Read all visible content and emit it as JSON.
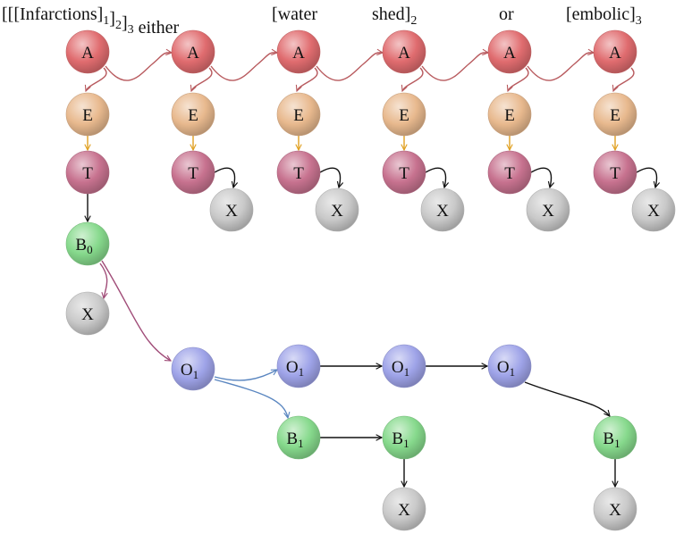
{
  "colors": {
    "A": "#e06c6f",
    "E": "#e8b98e",
    "T": "#c7728f",
    "B": "#86d98c",
    "O": "#9ea3e8",
    "X": "#c9c9c9",
    "arrow_A": "#b85a5e",
    "arrow_E": "#e0a020",
    "arrow_default": "#111111",
    "arrow_B0": "#a04c78",
    "arrow_O1": "#5a86c0"
  },
  "header": {
    "words": [
      {
        "text": "[[[Infarctions]",
        "sub": "1"
      },
      {
        "text": "]",
        "sub": "2"
      },
      {
        "text": "]",
        "sub": "3"
      },
      {
        "text": " either"
      }
    ],
    "columns": [
      {
        "text": "[water"
      },
      {
        "text": "shed]",
        "sub": "2"
      },
      {
        "text": "or"
      },
      {
        "text": "[embolic]",
        "sub": "3"
      }
    ]
  },
  "nodes": {
    "A": "A",
    "E": "E",
    "T": "T",
    "X": "X",
    "B0": {
      "base": "B",
      "sub": "0"
    },
    "O1": {
      "base": "O",
      "sub": "1"
    },
    "B1": {
      "base": "B",
      "sub": "1"
    }
  }
}
